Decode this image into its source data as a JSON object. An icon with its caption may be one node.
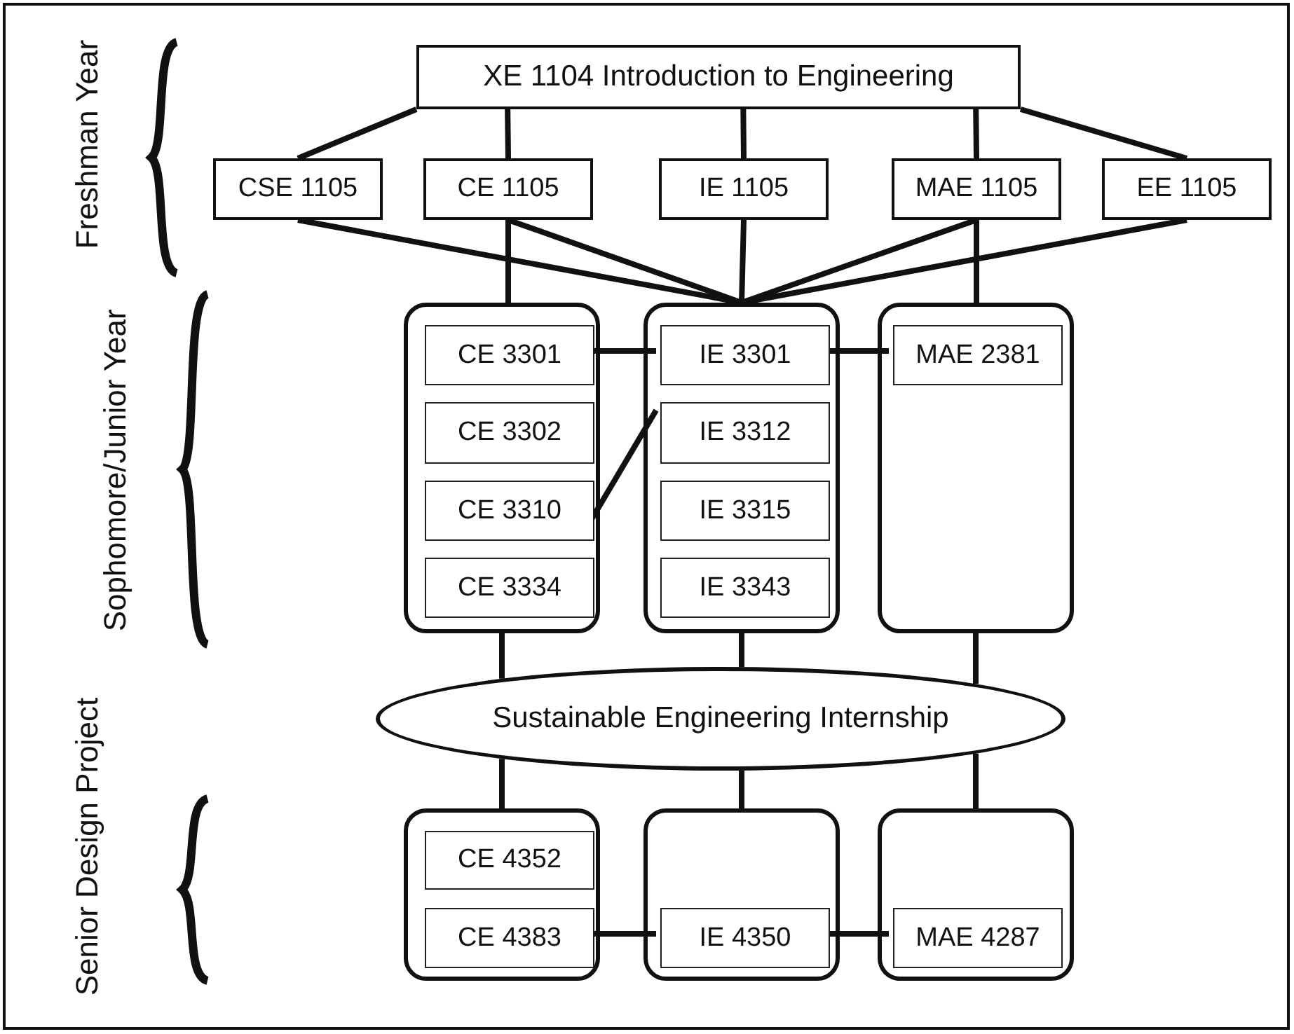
{
  "diagram": {
    "nodes": [
      {
        "text": [
          "XE 1104 Introduction to Engineering"
        ]
      },
      {
        "text": [
          "CSE 1105"
        ]
      },
      {
        "text": [
          "CE 1105"
        ]
      },
      {
        "text": [
          "IE 1105"
        ]
      },
      {
        "text": [
          "MAE 1105"
        ]
      },
      {
        "text": [
          "EE 1105"
        ]
      },
      {
        "text": [],
        "shape": "box"
      },
      {
        "text": [
          "CE 3301"
        ],
        "in": 6
      },
      {
        "text": [
          "CE 3302"
        ],
        "in": 6
      },
      {
        "text": [
          "CE 3310"
        ],
        "in": 6
      },
      {
        "text": [
          "CE 3334"
        ],
        "in": 6
      },
      {
        "text": [],
        "shape": "box"
      },
      {
        "text": [
          "IE 3301"
        ],
        "in": 11
      },
      {
        "text": [
          "IE 3312"
        ],
        "in": 11
      },
      {
        "text": [
          "IE 3315"
        ],
        "in": 11
      },
      {
        "text": [
          "IE 3343"
        ],
        "in": 11
      },
      {
        "text": [],
        "shape": "box"
      },
      {
        "text": [
          "MAE 2381"
        ],
        "in": 16
      },
      {
        "text": [
          "Sustainable Engineering Internship"
        ]
      },
      {
        "text": [],
        "shape": "box"
      },
      {
        "text": [
          "CE 4352"
        ],
        "in": 19
      },
      {
        "text": [
          "CE 4383"
        ],
        "in": 19
      },
      {
        "text": [],
        "shape": "box"
      },
      {
        "text": [
          "IE 4350"
        ],
        "in": 22
      },
      {
        "text": [],
        "shape": "box"
      },
      {
        "text": [
          "MAE 4287"
        ],
        "in": 24
      }
    ],
    "edges": [
      {
        "from": 0,
        "to": 1,
        "arrow": "none"
      },
      {
        "from": 0,
        "to": 2,
        "arrow": "none"
      },
      {
        "from": 0,
        "to": 3,
        "arrow": "none"
      },
      {
        "from": 0,
        "to": 4,
        "arrow": "none"
      },
      {
        "from": 0,
        "to": 5,
        "arrow": "none"
      },
      {
        "from": 1,
        "to": 11,
        "arrow": "none"
      },
      {
        "from": 2,
        "to": 6,
        "arrow": "none"
      },
      {
        "from": 2,
        "to": 11,
        "arrow": "none"
      },
      {
        "from": 3,
        "to": 11,
        "arrow": "none"
      },
      {
        "from": 4,
        "to": 11,
        "arrow": "none"
      },
      {
        "from": 4,
        "to": 16,
        "arrow": "none"
      },
      {
        "from": 5,
        "to": 11,
        "arrow": "none"
      },
      {
        "from": 7,
        "to": 12,
        "arrow": "none"
      },
      {
        "from": 12,
        "to": 17,
        "arrow": "none"
      },
      {
        "from": 9,
        "to": 13,
        "arrow": "none"
      },
      {
        "from": 6,
        "to": 18,
        "arrow": "none"
      },
      {
        "from": 11,
        "to": 18,
        "arrow": "none"
      },
      {
        "from": 16,
        "to": 18,
        "arrow": "none"
      },
      {
        "from": 18,
        "to": 19,
        "arrow": "none"
      },
      {
        "from": 18,
        "to": 22,
        "arrow": "none"
      },
      {
        "from": 18,
        "to": 24,
        "arrow": "none"
      },
      {
        "from": 21,
        "to": 23,
        "arrow": "none"
      },
      {
        "from": 23,
        "to": 25,
        "arrow": "none"
      }
    ],
    "labels": [
      "Freshman Year",
      "Sophomore/Junior Year",
      "Senior Design Project"
    ]
  }
}
